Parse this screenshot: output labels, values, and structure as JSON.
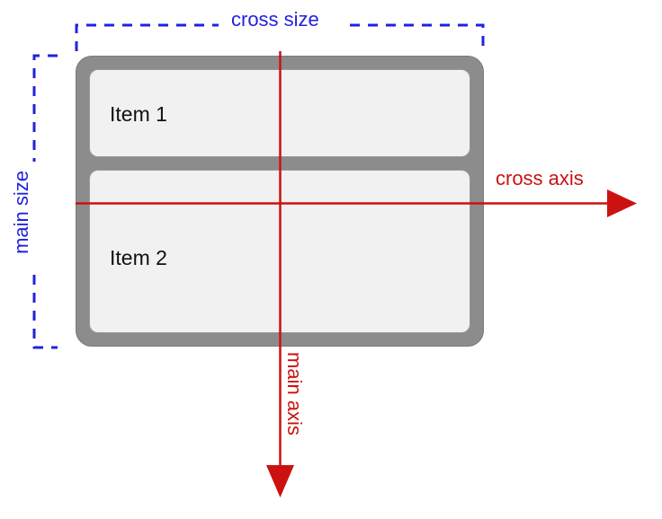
{
  "diagram": {
    "title": "flexbox main axis and cross axis diagram (column direction)",
    "colors": {
      "background": "#ffffff",
      "container_fill": "#8c8c8c",
      "container_stroke": "#7a7a7a",
      "item_fill": "#f1f1f1",
      "item_stroke": "#9a9a9a",
      "axis_red": "#cc1111",
      "measure_blue": "#2222dd",
      "item_text": "#111111"
    },
    "container": {
      "name": "flex-container",
      "flex_direction": "column"
    },
    "items": [
      {
        "label": "Item 1"
      },
      {
        "label": "Item 2"
      }
    ],
    "measures": [
      {
        "name": "cross-size",
        "label": "cross size",
        "orientation": "horizontal",
        "style": "dashed-bracket"
      },
      {
        "name": "main-size",
        "label": "main size",
        "orientation": "vertical",
        "style": "dashed-bracket"
      }
    ],
    "axes": [
      {
        "name": "cross-axis",
        "label": "cross axis",
        "direction": "left-to-right",
        "style": "solid-arrow"
      },
      {
        "name": "main-axis",
        "label": "main axis",
        "direction": "top-to-bottom",
        "style": "solid-arrow"
      }
    ]
  }
}
